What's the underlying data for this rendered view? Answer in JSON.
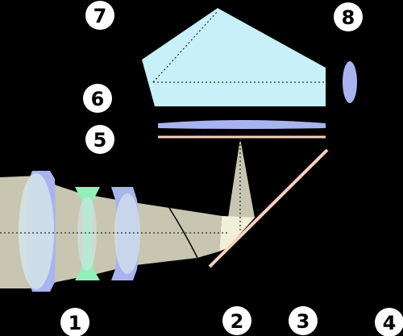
{
  "diagram": {
    "colors": {
      "background": "#000000",
      "light_beam": "#c8c6b0",
      "lens_glass": "#d4e4e8",
      "lens_blue": "#a8b4f0",
      "lens_green": "#90f0b8",
      "pentaprism": "#c8f0f8",
      "mirror": "#f8d0c0",
      "focusing_screen": "#a8b4f0",
      "condenser_line": "#f8d0c0",
      "eyepiece": "#a8b4f0",
      "marker_disc": "#ffffff"
    },
    "markers": [
      {
        "id": "1",
        "label": "1"
      },
      {
        "id": "2",
        "label": "2"
      },
      {
        "id": "3",
        "label": "3"
      },
      {
        "id": "4",
        "label": "4"
      },
      {
        "id": "5",
        "label": "5"
      },
      {
        "id": "6",
        "label": "6"
      },
      {
        "id": "7",
        "label": "7"
      },
      {
        "id": "8",
        "label": "8"
      }
    ]
  }
}
